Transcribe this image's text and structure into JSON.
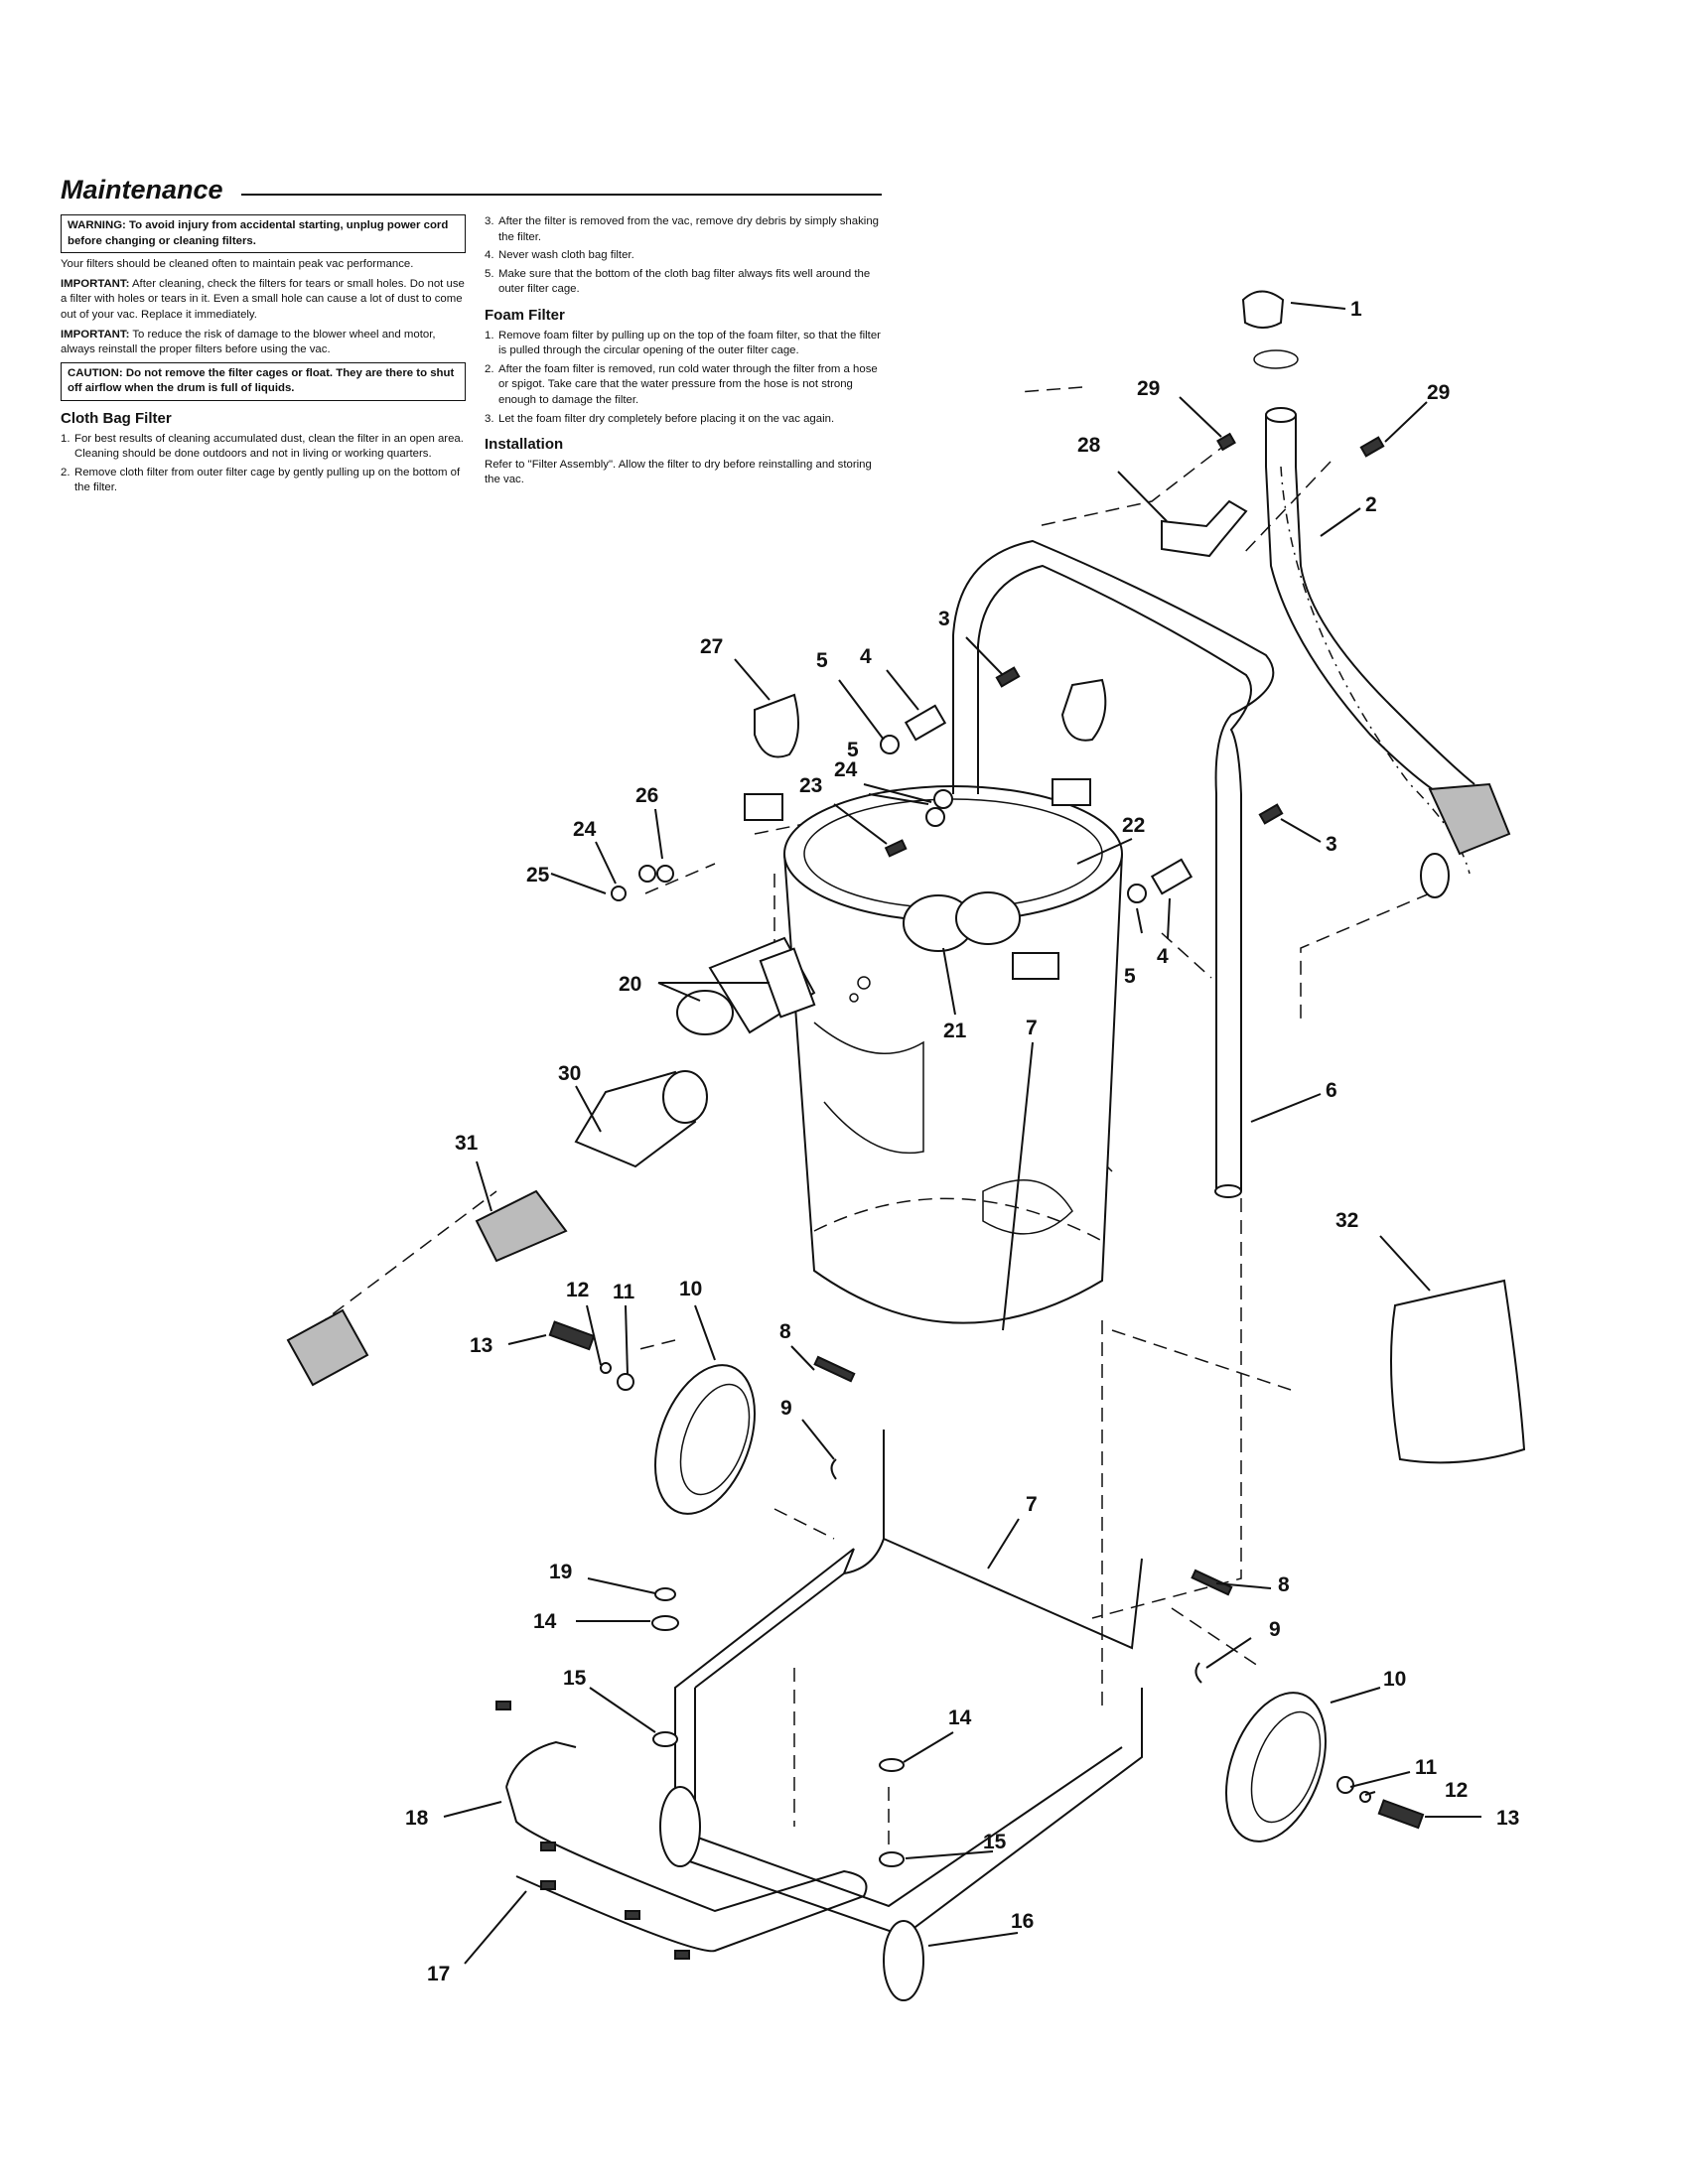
{
  "header": {
    "title": "Maintenance"
  },
  "left": {
    "warning": "WARNING: To avoid injury from accidental starting, unplug power cord before changing or cleaning filters.",
    "intro": "Your filters should be cleaned often to maintain peak vac performance.",
    "important1_label": "IMPORTANT:",
    "important1": "After cleaning, check the filters for tears or small holes. Do not use a filter with holes or tears in it. Even a small hole can cause a lot of dust to come out of your vac. Replace it immediately.",
    "important2_label": "IMPORTANT:",
    "important2": "To reduce the risk of damage to the blower wheel and motor, always reinstall the proper filters before using the vac.",
    "caution": "CAUTION: Do not remove the filter cages or float. They are there to shut off airflow when the drum is full of liquids.",
    "cloth_heading": "Cloth Bag Filter",
    "cloth_steps": [
      {
        "num": "1.",
        "text": "For best results of cleaning accumulated dust, clean the filter in an open area. Cleaning should be done outdoors and not in living or working quarters."
      },
      {
        "num": "2.",
        "text": "Remove cloth filter from outer filter cage by gently pulling up on the bottom of the filter."
      }
    ]
  },
  "right": {
    "cloth_steps": [
      {
        "num": "3.",
        "text": "After the filter is removed from the vac, remove dry debris by simply shaking the filter."
      },
      {
        "num": "4.",
        "text": "Never wash cloth bag filter."
      },
      {
        "num": "5.",
        "text": "Make sure that the bottom of the cloth bag filter always fits well around the outer filter cage."
      }
    ],
    "foam_heading": "Foam Filter",
    "foam_steps": [
      {
        "num": "1.",
        "text": "Remove foam filter by pulling up on the top of the foam filter, so that the filter is pulled through the circular opening of the outer filter cage."
      },
      {
        "num": "2.",
        "text": "After the foam filter is removed, run cold water through the filter from a hose or spigot. Take care that the water pressure from the hose is not strong enough to damage the filter."
      },
      {
        "num": "3.",
        "text": "Let the foam filter dry completely before placing it on the vac again."
      }
    ],
    "install_heading": "Installation",
    "install_text": "Refer to \"Filter Assembly\". Allow the filter to dry before reinstalling and storing the vac."
  },
  "diagram": {
    "callouts": [
      "1",
      "2",
      "3",
      "3",
      "4",
      "4",
      "5",
      "5",
      "5",
      "6",
      "7",
      "7",
      "8",
      "8",
      "9",
      "9",
      "10",
      "10",
      "11",
      "11",
      "12",
      "12",
      "13",
      "13",
      "14",
      "14",
      "15",
      "15",
      "16",
      "17",
      "18",
      "19",
      "20",
      "21",
      "22",
      "23",
      "24",
      "24",
      "25",
      "26",
      "27",
      "28",
      "29",
      "29",
      "30",
      "31",
      "32"
    ]
  }
}
